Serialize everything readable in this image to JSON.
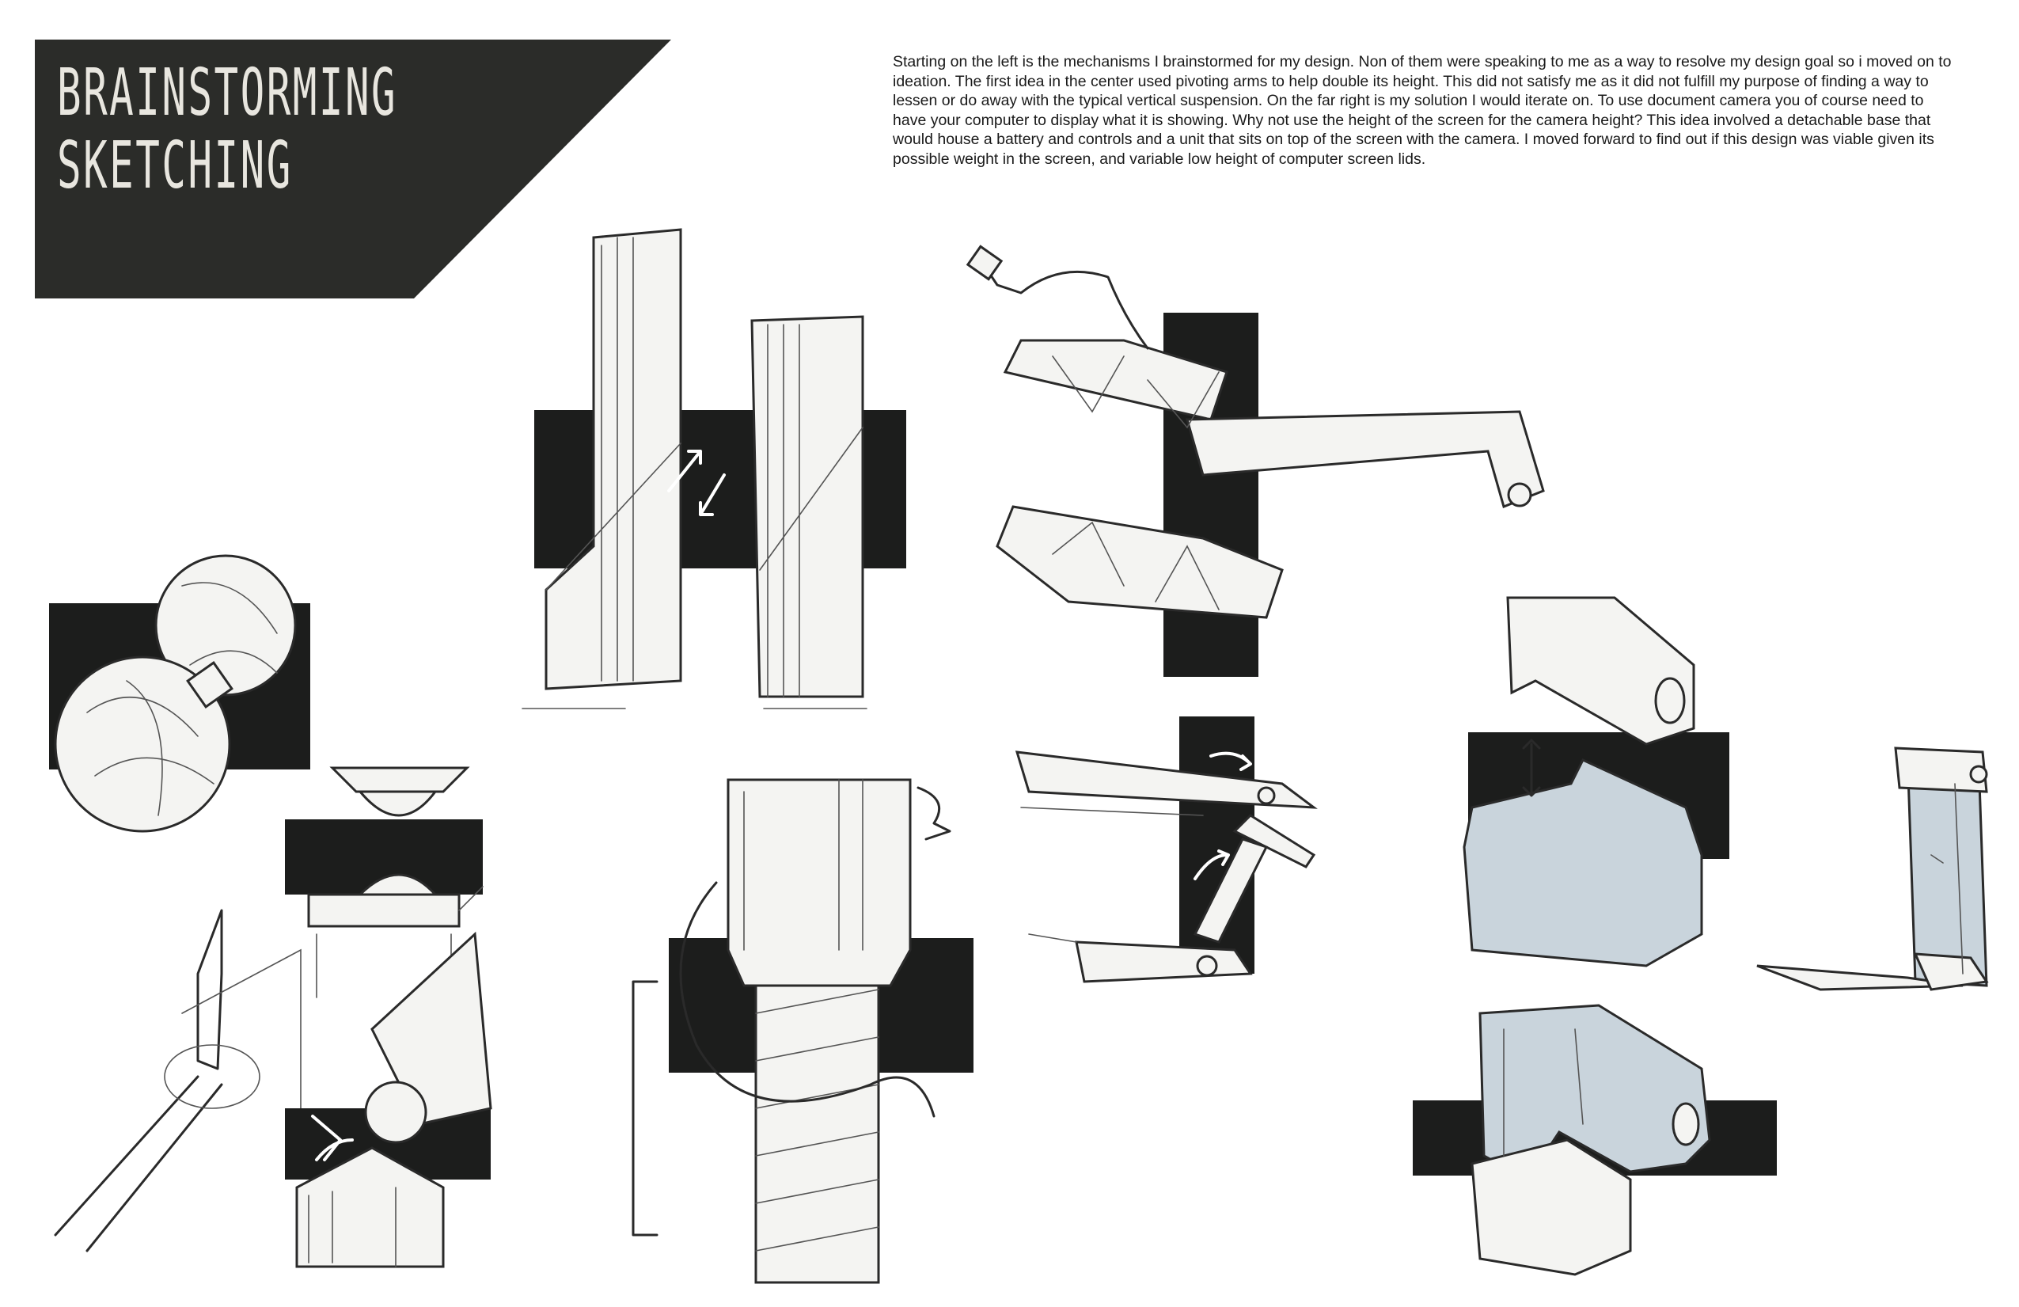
{
  "header": {
    "title_line1": "BRAINSTORMING",
    "title_line2": "SKETCHING"
  },
  "description": "Starting on the left is the mechanisms I brainstormed for my design. Non of them were speaking to me as a way to resolve my design goal so i moved on to ideation. The first idea in the center used pivoting arms to help double its height. This did not satisfy me as it did not fulfill my purpose of finding a way to lessen or do away with the typical vertical suspension. On the far right is my solution I would iterate on. To use document camera you of course need to have your computer to display what it is showing. Why not use the height of the screen for the camera height? This idea involved a detachable base that would house a battery and controls and a unit that sits on top of the screen with the camera. I moved forward to find out if this design was viable given its possible weight in the screen, and variable low height of computer screen lids.",
  "colors": {
    "banner": "#2b2c29",
    "title_text": "#e8e6df",
    "marker_black": "#1c1d1c",
    "sketch_tint": "#c9d4dc"
  }
}
